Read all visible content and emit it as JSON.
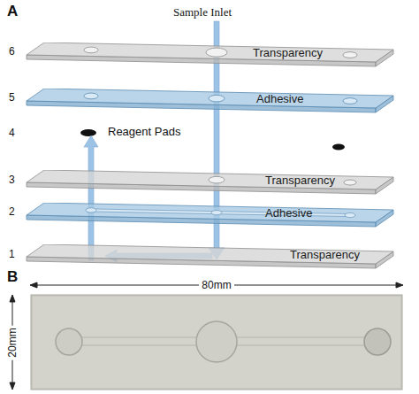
{
  "diagram": {
    "nodes": [
      {
        "text": [
          "Transparency"
        ]
      },
      {
        "text": [
          "Adhesive"
        ]
      },
      {
        "text": [
          "Transparency"
        ]
      },
      {
        "text": [
          "Adhesive"
        ]
      },
      {
        "text": [
          "Transparency"
        ]
      }
    ],
    "labels": [
      "A",
      "Sample Inlet",
      "6",
      "5",
      "4",
      "Reagent Pads",
      "3",
      "2",
      "1",
      "B",
      "80mm",
      "20mm"
    ]
  }
}
